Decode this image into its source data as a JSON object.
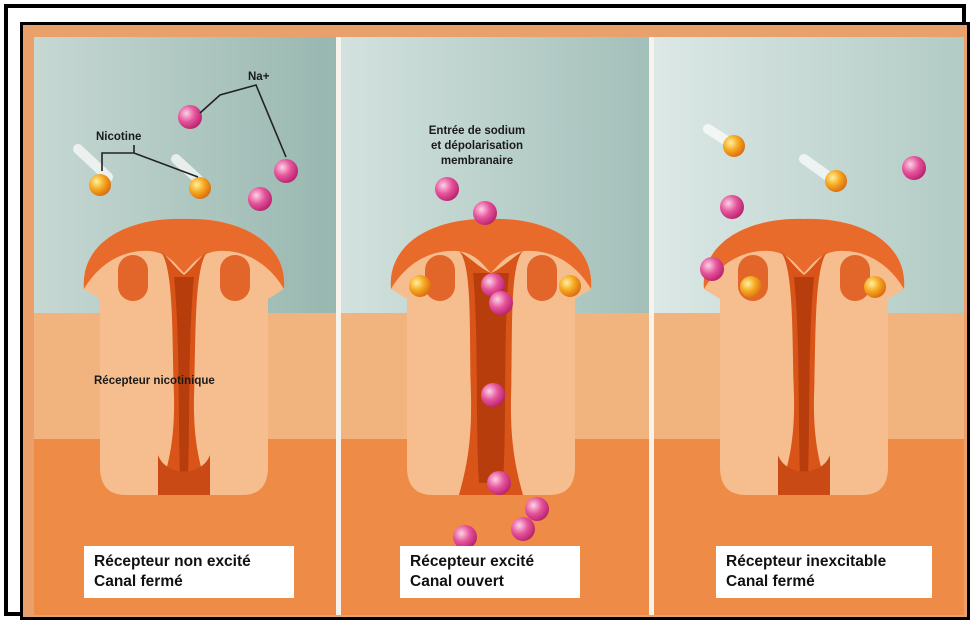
{
  "panels": [
    {
      "id": "resting",
      "caption_line1": "Récepteur non excité",
      "caption_line2": "Canal fermé"
    },
    {
      "id": "excited",
      "caption_line1": "Récepteur excité",
      "caption_line2": "Canal ouvert"
    },
    {
      "id": "refractory",
      "caption_line1": "Récepteur inexcitable",
      "caption_line2": "Canal fermé"
    }
  ],
  "labels": {
    "nicotine": "Nicotine",
    "sodium_ion": "Na+",
    "receptor": "Récepteur nicotinique",
    "sodium_entry_line1": "Entrée de sodium",
    "sodium_entry_line2": "et dépolarisation",
    "sodium_entry_line3": "membranaire"
  },
  "colors": {
    "extracellular_fluid": "#a9c3bd",
    "membrane": "#f2b07c",
    "cytoplasm": "#ee8a45",
    "receptor_body": "#f6b888",
    "receptor_channel": "#e2601f",
    "sodium_ion": "#e34d97",
    "nicotine_molecule": "#f3a51e"
  }
}
